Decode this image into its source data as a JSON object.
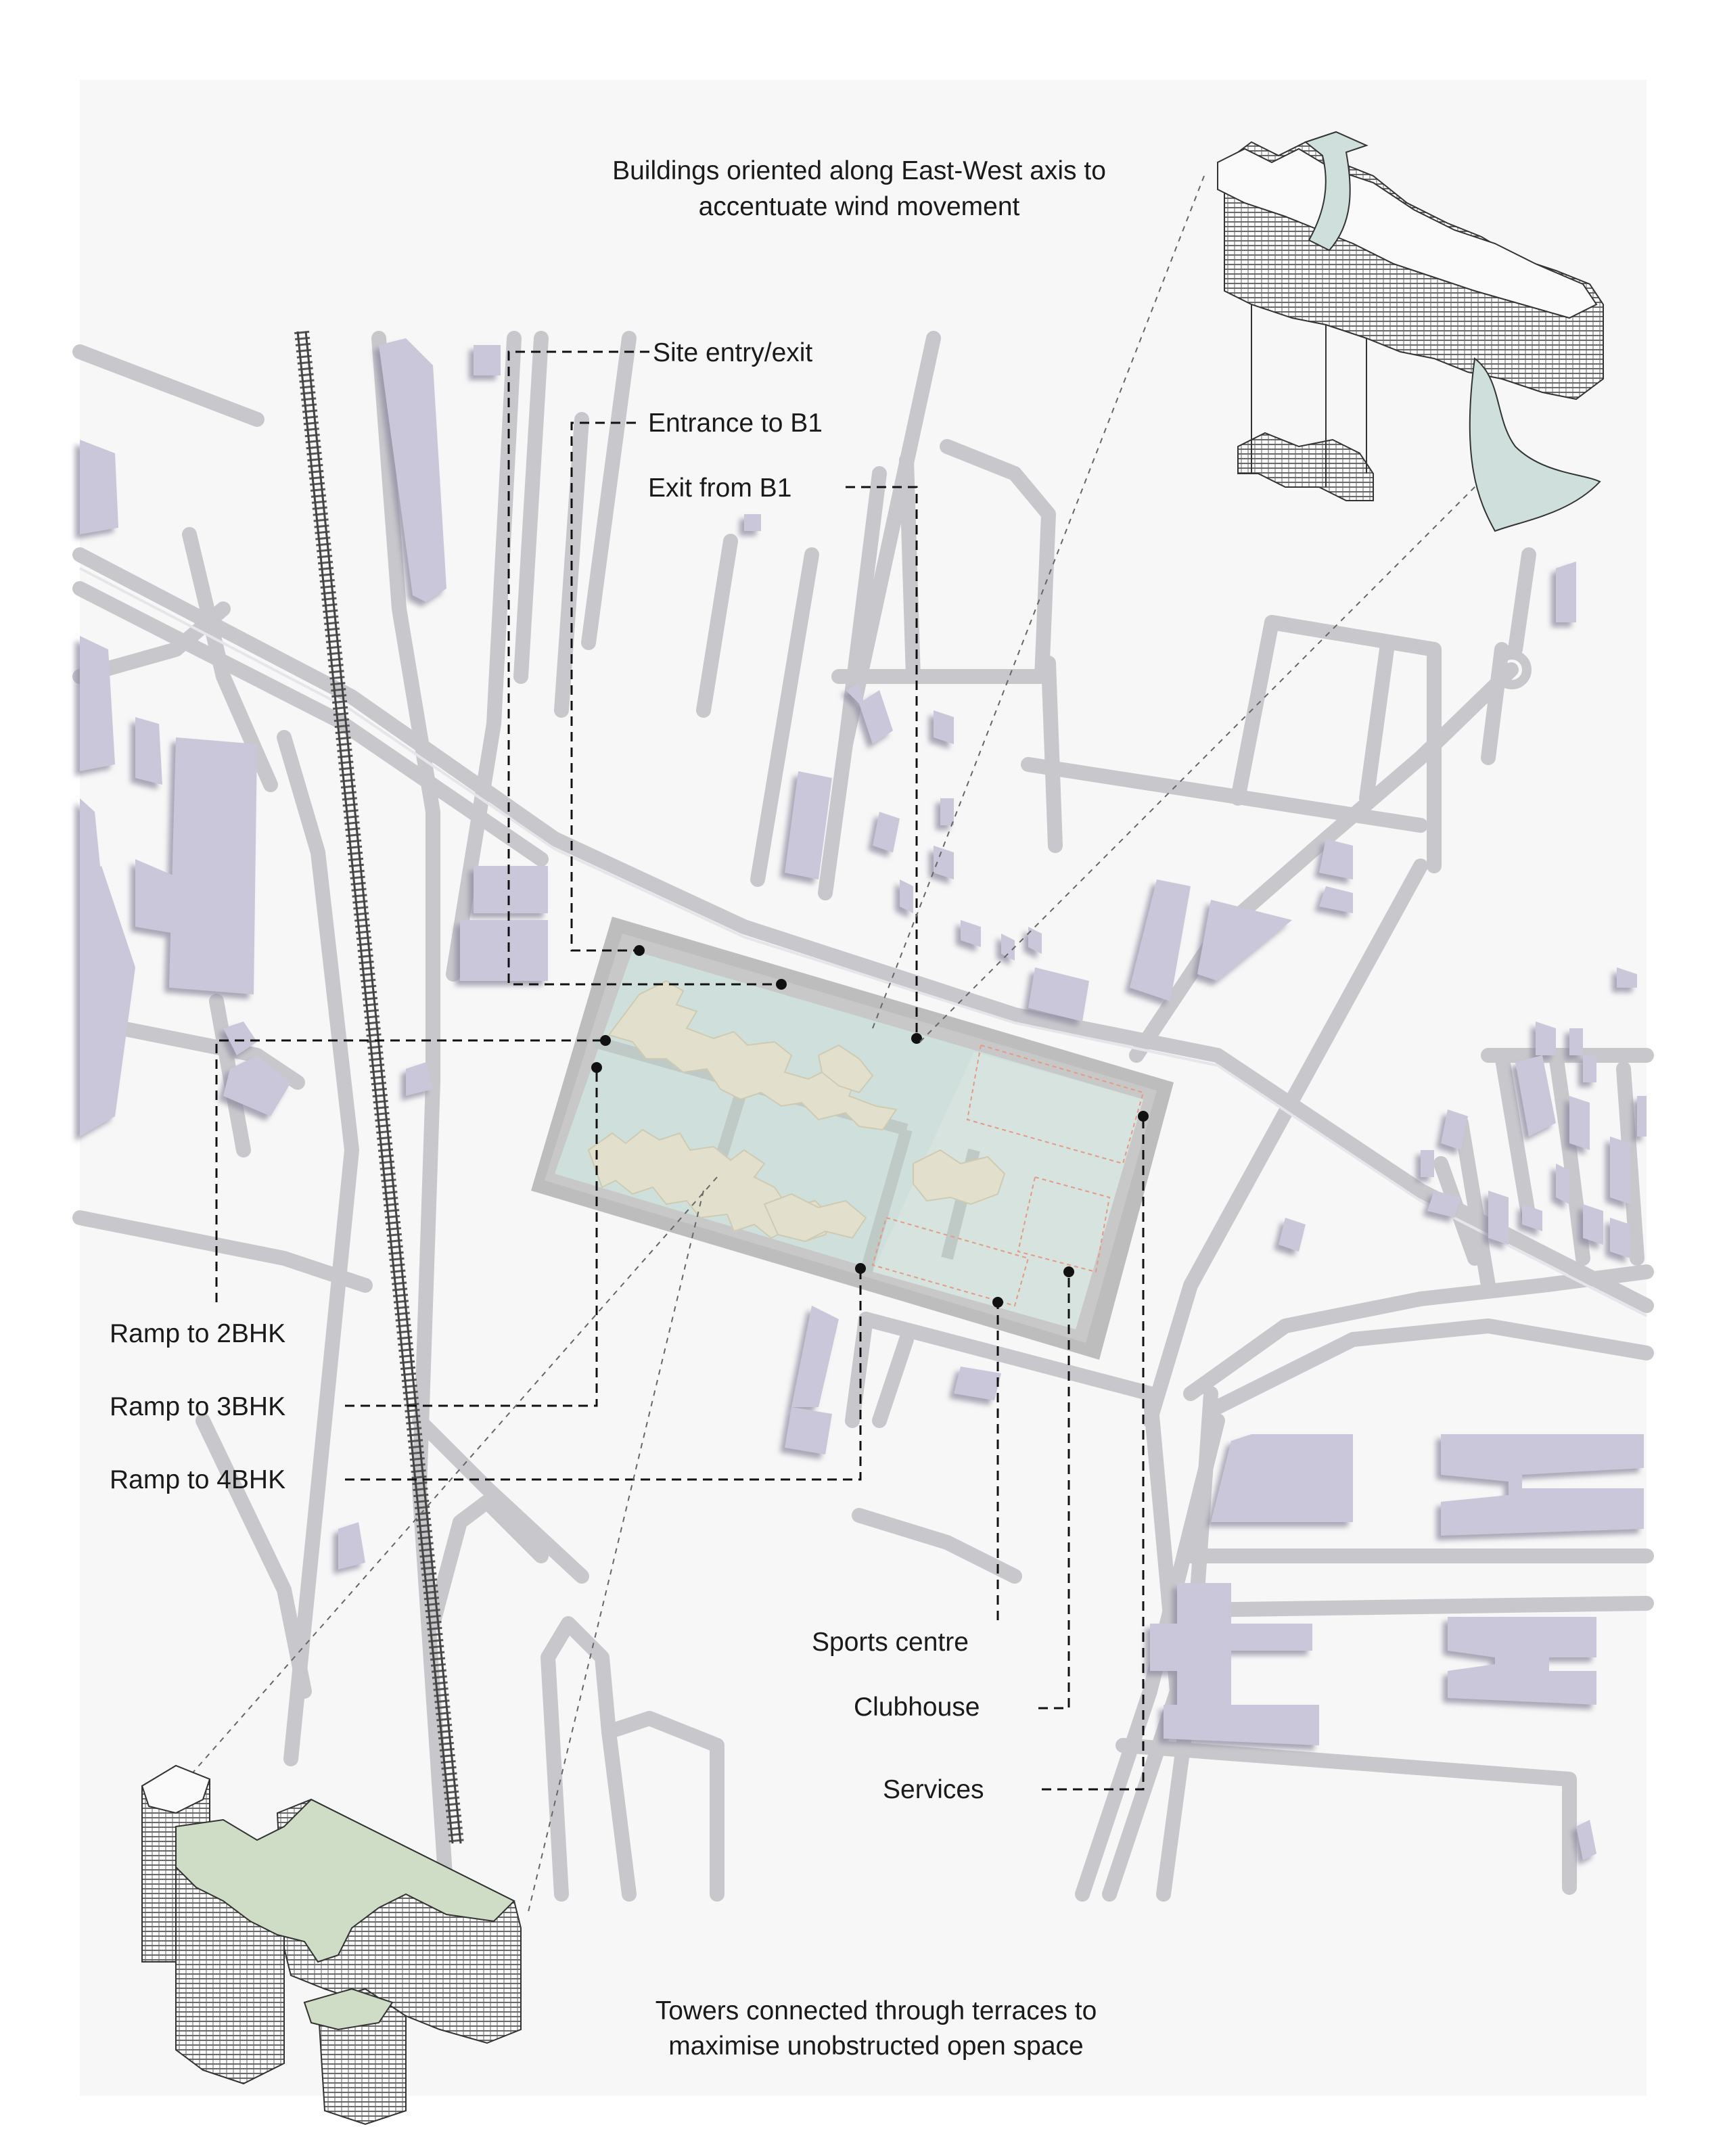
{
  "annotations": {
    "wind_caption_line1": "Buildings oriented along East-West axis to",
    "wind_caption_line2": "accentuate wind movement",
    "terrace_caption_line1": "Towers connected through terraces to",
    "terrace_caption_line2": "maximise unobstructed open space"
  },
  "labels": {
    "site_entry": "Site entry/exit",
    "entrance_b1": "Entrance to B1",
    "exit_b1": "Exit from B1",
    "ramp_2bhk": "Ramp to 2BHK",
    "ramp_3bhk": "Ramp to 3BHK",
    "ramp_4bhk": "Ramp to 4BHK",
    "sports_centre": "Sports centre",
    "clubhouse": "Clubhouse",
    "services": "Services"
  },
  "colors": {
    "paper": "#f7f7f7",
    "road": "#c8c8cc",
    "building": "#c9c7d9",
    "building_shadow": "#9a98aa",
    "site_boundary": "#bcbcbc",
    "open_space": "#cfe0dc",
    "tower": "#e2dfcd",
    "terrace": "#cfdcc6",
    "dashed_leader": "#111111",
    "facility_outline": "#e59a86",
    "rail": "#555555"
  },
  "icons": {
    "wind_arrow": "curved-wind-arrow-icon",
    "callout_dot": "leader-dot-icon"
  }
}
